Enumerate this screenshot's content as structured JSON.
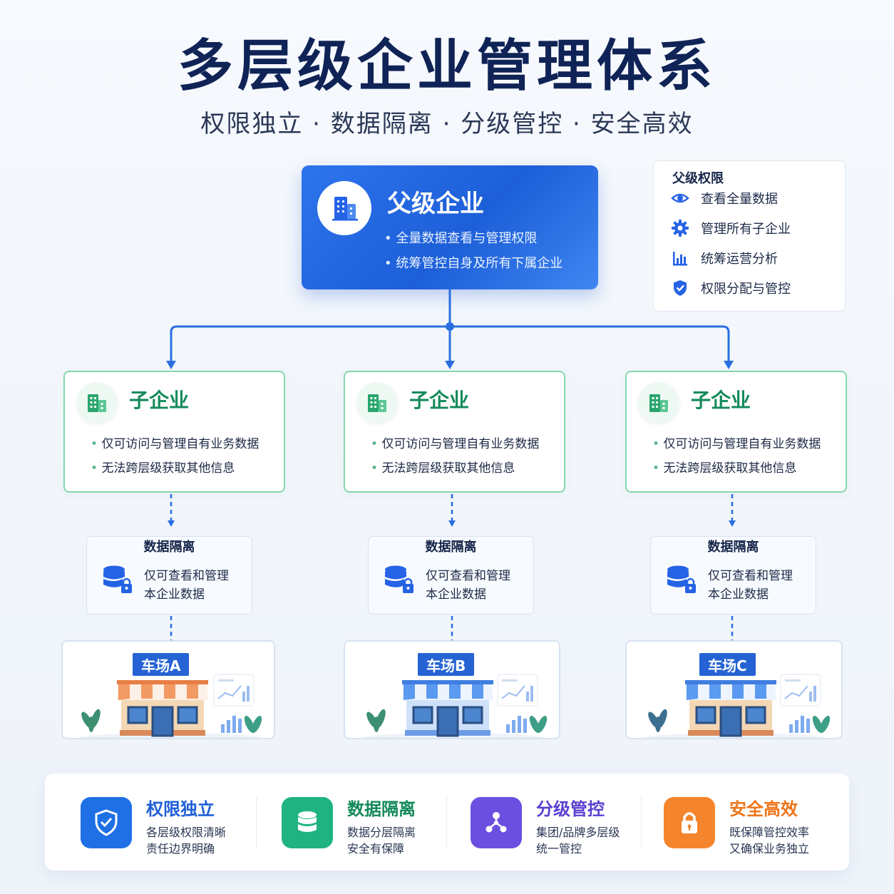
{
  "title": "多层级企业管理体系",
  "subtitle": "权限独立 · 数据隔离 · 分级管控 · 安全高效",
  "parent": {
    "title": "父级企业",
    "bullets": [
      "全量数据查看与管理权限",
      "统筹管控自身及所有下属企业"
    ]
  },
  "permissions": {
    "title": "父级权限",
    "items": [
      {
        "label": "查看全量数据",
        "icon": "eye-icon"
      },
      {
        "label": "管理所有子企业",
        "icon": "gear-icon"
      },
      {
        "label": "统筹运营分析",
        "icon": "bar-chart-icon"
      },
      {
        "label": "权限分配与管控",
        "icon": "shield-check-icon"
      }
    ]
  },
  "children": [
    {
      "title": "子企业",
      "lines": [
        "仅可访问与管理自有业务数据",
        "无法跨层级获取其他信息"
      ]
    },
    {
      "title": "子企业",
      "lines": [
        "仅可访问与管理自有业务数据",
        "无法跨层级获取其他信息"
      ]
    },
    {
      "title": "子企业",
      "lines": [
        "仅可访问与管理自有业务数据",
        "无法跨层级获取其他信息"
      ]
    }
  ],
  "isolation": [
    {
      "title": "数据隔离",
      "lines": [
        "仅可查看和管理",
        "本企业数据"
      ]
    },
    {
      "title": "数据隔离",
      "lines": [
        "仅可查看和管理",
        "本企业数据"
      ]
    },
    {
      "title": "数据隔离",
      "lines": [
        "仅可查看和管理",
        "本企业数据"
      ]
    }
  ],
  "lots": [
    {
      "label": "车场A",
      "awning": "#f29a63"
    },
    {
      "label": "车场B",
      "awning": "#5a9af0"
    },
    {
      "label": "车场C",
      "awning": "#5a9af0"
    }
  ],
  "features": [
    {
      "title": "权限独立",
      "desc": [
        "各层级权限清晰",
        "责任边界明确"
      ],
      "icon": "shield-check-icon",
      "color": "#1f6fe5",
      "title_color": "#1f5fd6"
    },
    {
      "title": "数据隔离",
      "desc": [
        "数据分层隔离",
        "安全有保障"
      ],
      "icon": "database-icon",
      "color": "#1fb382",
      "title_color": "#148a5a"
    },
    {
      "title": "分级管控",
      "desc": [
        "集团/品牌多层级",
        "统一管控"
      ],
      "icon": "hierarchy-icon",
      "color": "#6a4fe0",
      "title_color": "#5a3fd1"
    },
    {
      "title": "安全高效",
      "desc": [
        "既保障管控效率",
        "又确保业务独立"
      ],
      "icon": "lock-icon",
      "color": "#f5852c",
      "title_color": "#ee7418"
    }
  ],
  "colors": {
    "parent_blue": "#2563e6",
    "child_green": "#148a5a",
    "connector": "#2a6fe0"
  }
}
